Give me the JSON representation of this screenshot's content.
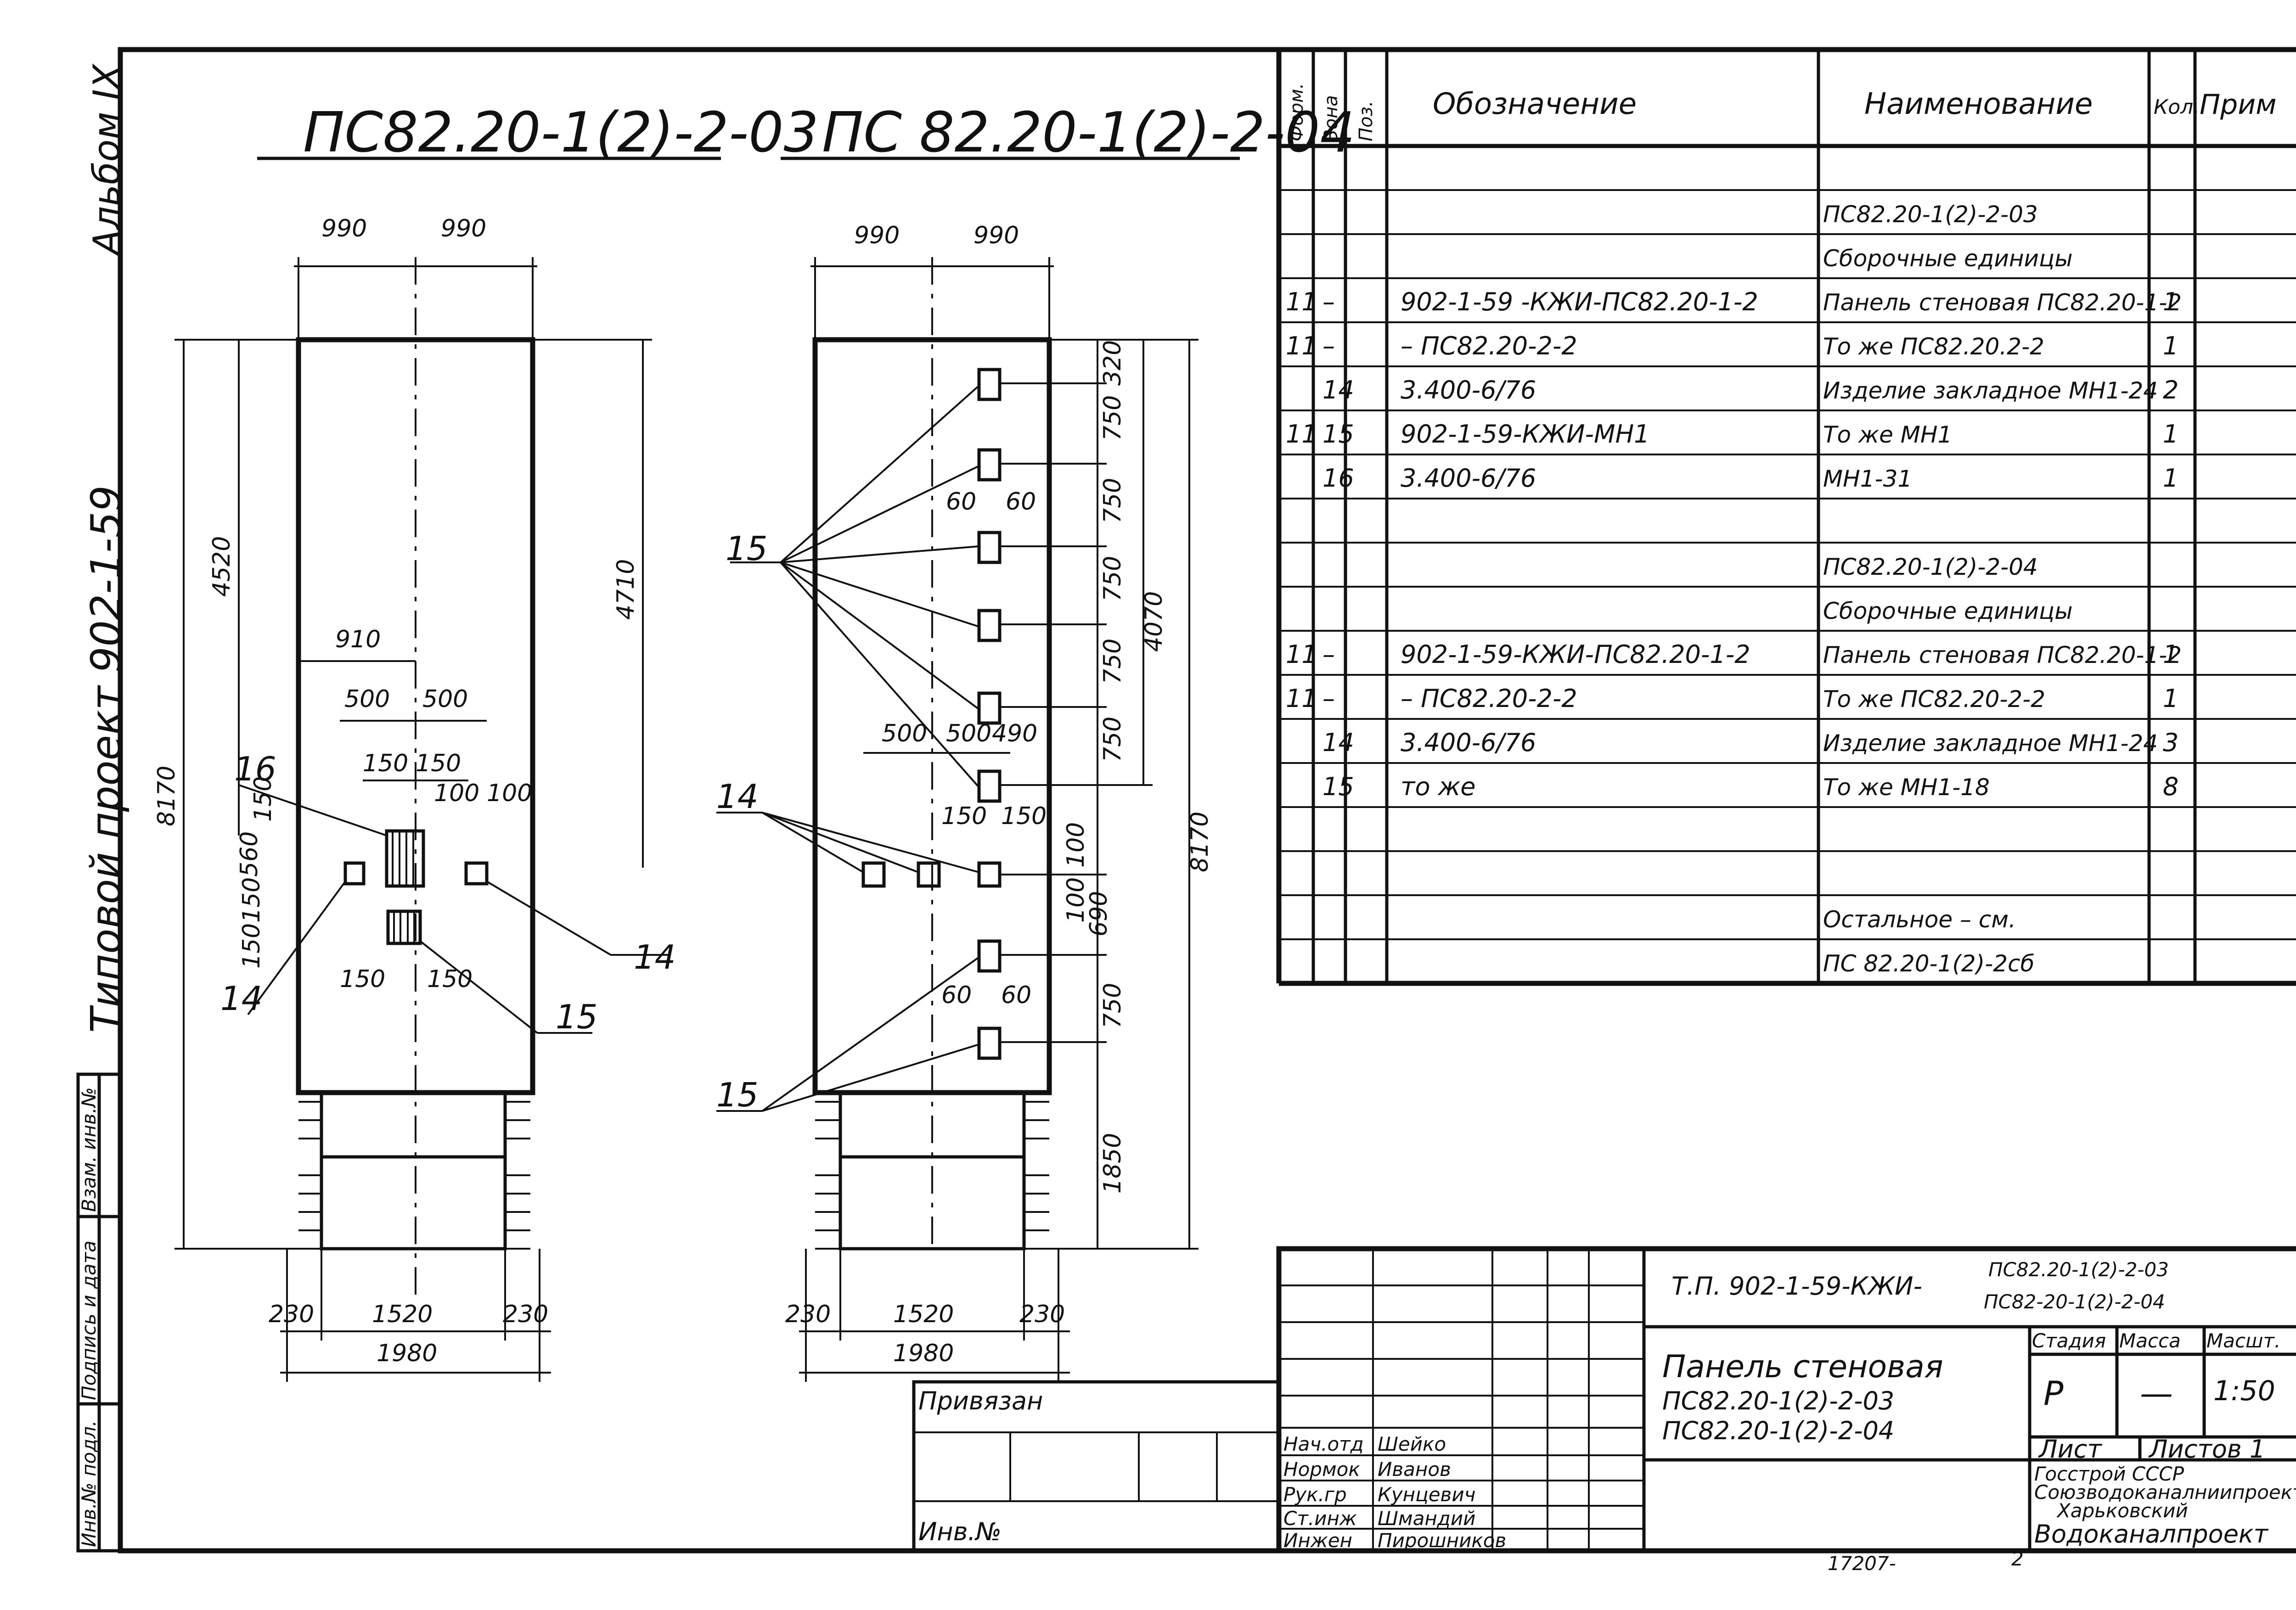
{
  "side_stamp": {
    "album": "Альбом IX",
    "project": "Типовой проект 902-1-59",
    "cells": [
      "Инв.№ подл.",
      "Подпись и дата",
      "Взам. инв.№"
    ]
  },
  "views": [
    {
      "title": "ПС82.20-1(2)-2-03",
      "dims": {
        "top_left": "990",
        "top_right": "990",
        "height_total": "8170",
        "height_upper": "4520",
        "height_right": "4710",
        "w910": "910",
        "w500a": "500",
        "w500b": "500",
        "w150a": "150",
        "w150b": "150",
        "w100a": "100",
        "w100b": "100",
        "h150a": "150",
        "h150b": "150",
        "h150c": "150",
        "h560": "560",
        "b150a": "150",
        "b150b": "150",
        "bottom_230a": "230",
        "bottom_1520": "1520",
        "bottom_230b": "230",
        "bottom_1980": "1980"
      },
      "callouts": [
        "16",
        "14",
        "14",
        "15"
      ]
    },
    {
      "title": "ПС 82.20-1(2)-2-04",
      "dims": {
        "top_left": "990",
        "top_right": "990",
        "v320": "320",
        "v750a": "750",
        "v750b": "750",
        "v750c": "750",
        "v750d": "750",
        "v750e": "750",
        "v4070": "4070",
        "v8170": "8170",
        "v690": "690",
        "v750f": "750",
        "v1850": "1850",
        "h60a": "60",
        "h60b": "60",
        "h500": "500",
        "h500b": "500",
        "h490": "490",
        "h150a": "150",
        "h150b": "150",
        "v100a": "100",
        "v100b": "100",
        "h60c": "60",
        "h60d": "60",
        "bottom_230a": "230",
        "bottom_1520": "1520",
        "bottom_230b": "230",
        "bottom_1980": "1980"
      },
      "callouts": [
        "15",
        "14",
        "15"
      ]
    }
  ],
  "spec_table": {
    "headers": [
      "Форм.",
      "Зона",
      "Поз.",
      "Обозначение",
      "Наименование",
      "Кол.",
      "Прим"
    ],
    "rows": [
      {
        "f": "",
        "z": "",
        "p": "",
        "o": "",
        "n": "",
        "k": ""
      },
      {
        "f": "",
        "z": "",
        "p": "",
        "o": "",
        "n": "ПС82.20-1(2)-2-03",
        "k": ""
      },
      {
        "f": "",
        "z": "",
        "p": "",
        "o": "",
        "n": "Сборочные единицы",
        "k": ""
      },
      {
        "f": "11",
        "z": "–",
        "p": "",
        "o": "902-1-59 -КЖИ-ПС82.20-1-2",
        "n": "Панель стеновая ПС82.20-1-2",
        "k": "1"
      },
      {
        "f": "11",
        "z": "–",
        "p": "",
        "o": "– ПС82.20-2-2",
        "n": "То же    ПС82.20.2-2",
        "k": "1"
      },
      {
        "f": "",
        "z": "14",
        "p": "",
        "o": "3.400-6/76",
        "n": "Изделие закладное МН1-24",
        "k": "2"
      },
      {
        "f": "11",
        "z": "15",
        "p": "",
        "o": "902-1-59-КЖИ-МН1",
        "n": "То же      МН1",
        "k": "1"
      },
      {
        "f": "",
        "z": "16",
        "p": "",
        "o": "3.400-6/76",
        "n": "МН1-31",
        "k": "1"
      },
      {
        "f": "",
        "z": "",
        "p": "",
        "o": "",
        "n": "",
        "k": ""
      },
      {
        "f": "",
        "z": "",
        "p": "",
        "o": "",
        "n": "ПС82.20-1(2)-2-04",
        "k": ""
      },
      {
        "f": "",
        "z": "",
        "p": "",
        "o": "",
        "n": "Сборочные единицы",
        "k": ""
      },
      {
        "f": "11",
        "z": "–",
        "p": "",
        "o": "902-1-59-КЖИ-ПС82.20-1-2",
        "n": "Панель стеновая ПС82.20-1-2",
        "k": "1"
      },
      {
        "f": "11",
        "z": "–",
        "p": "",
        "o": "– ПС82.20-2-2",
        "n": "То же  ПС82.20-2-2",
        "k": "1"
      },
      {
        "f": "",
        "z": "14",
        "p": "",
        "o": "3.400-6/76",
        "n": "Изделие закладное МН1-24",
        "k": "3"
      },
      {
        "f": "",
        "z": "15",
        "p": "",
        "o": "то же",
        "n": "То же     МН1-18",
        "k": "8"
      },
      {
        "f": "",
        "z": "",
        "p": "",
        "o": "",
        "n": "",
        "k": ""
      },
      {
        "f": "",
        "z": "",
        "p": "",
        "o": "",
        "n": "",
        "k": ""
      },
      {
        "f": "",
        "z": "",
        "p": "",
        "o": "",
        "n": "Остальное – см.",
        "k": ""
      },
      {
        "f": "",
        "z": "",
        "p": "",
        "o": "",
        "n": "ПС 82.20-1(2)-2сб",
        "k": ""
      }
    ]
  },
  "title_block": {
    "code_prefix": "Т.П. 902-1-59-КЖИ-",
    "code_a": "ПС82.20-1(2)-2-03",
    "code_b": "ПС82-20-1(2)-2-04",
    "name_1": "Панель стеновая",
    "name_2": "ПС82.20-1(2)-2-03",
    "name_3": "ПС82.20-1(2)-2-04",
    "stage_h": "Стадия",
    "mass_h": "Масса",
    "scale_h": "Масшт.",
    "stage": "Р",
    "mass": "—",
    "scale": "1:50",
    "sheet_h": "Лист",
    "sheets_h": "Листов 1",
    "org_1": "Госстрой СССР",
    "org_2": "Союзводоканалниипроект",
    "org_3": "Харьковский",
    "org_4": "Водоканалпроект",
    "bound": "Привязан",
    "inv": "Инв.№",
    "doc_no": "17207-",
    "page_no": "2",
    "staff": [
      {
        "role": "Нач.отд",
        "name": "Шейко"
      },
      {
        "role": "Нормок",
        "name": "Иванов"
      },
      {
        "role": "Рук.гр",
        "name": "Кунцевич"
      },
      {
        "role": "Ст.инж",
        "name": "Шмандий"
      },
      {
        "role": "Инжен",
        "name": "Пирошников"
      }
    ]
  }
}
